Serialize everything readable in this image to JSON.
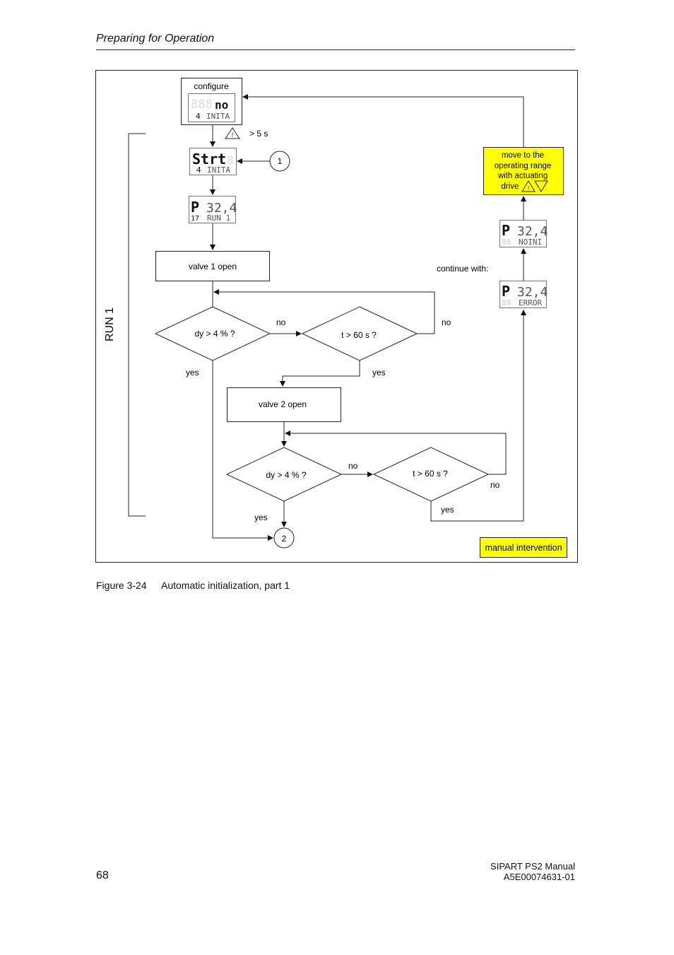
{
  "header": {
    "title": "Preparing for Operation"
  },
  "diagram": {
    "configure_label": "configure",
    "lcd_configure": {
      "top": "no",
      "bottom_num": "4",
      "bottom_text": "INITA"
    },
    "time_5s": "> 5 s",
    "lcd_start": {
      "top": "Strt",
      "bottom_num": "4",
      "bottom_text": "INITA"
    },
    "connector_1": "1",
    "lcd_run": {
      "top_p": "P",
      "top_val": "32,4",
      "bottom_num": "17",
      "bottom_text": "RUN 1"
    },
    "valve1": "valve 1 open",
    "dy_check_1": "dy > 4 % ?",
    "t_check_1": "t > 60 s ?",
    "valve2": "valve 2 open",
    "dy_check_2": "dy > 4 % ?",
    "t_check_2": "t > 60 s ?",
    "connector_2": "2",
    "no": "no",
    "yes": "yes",
    "run_label": "RUN 1",
    "continue_with": "continue with:",
    "lcd_error": {
      "top_p": "P",
      "top_val": "32,4",
      "bottom_num": "88",
      "bottom_text": "ERROR"
    },
    "lcd_noini": {
      "top_p": "P",
      "top_val": "32,4",
      "bottom_num": "88",
      "bottom_text": "NOINI"
    },
    "move_box": [
      "move to the",
      "operating range",
      "with actuating",
      "drive"
    ],
    "manual_intervention": "manual intervention",
    "highlight_color": "#ffff00"
  },
  "caption": {
    "number": "Figure 3-24",
    "text": "Automatic initialization, part 1"
  },
  "footer": {
    "page": "68",
    "manual": "SIPART PS2  Manual",
    "doc_id": "A5E00074631-01"
  }
}
